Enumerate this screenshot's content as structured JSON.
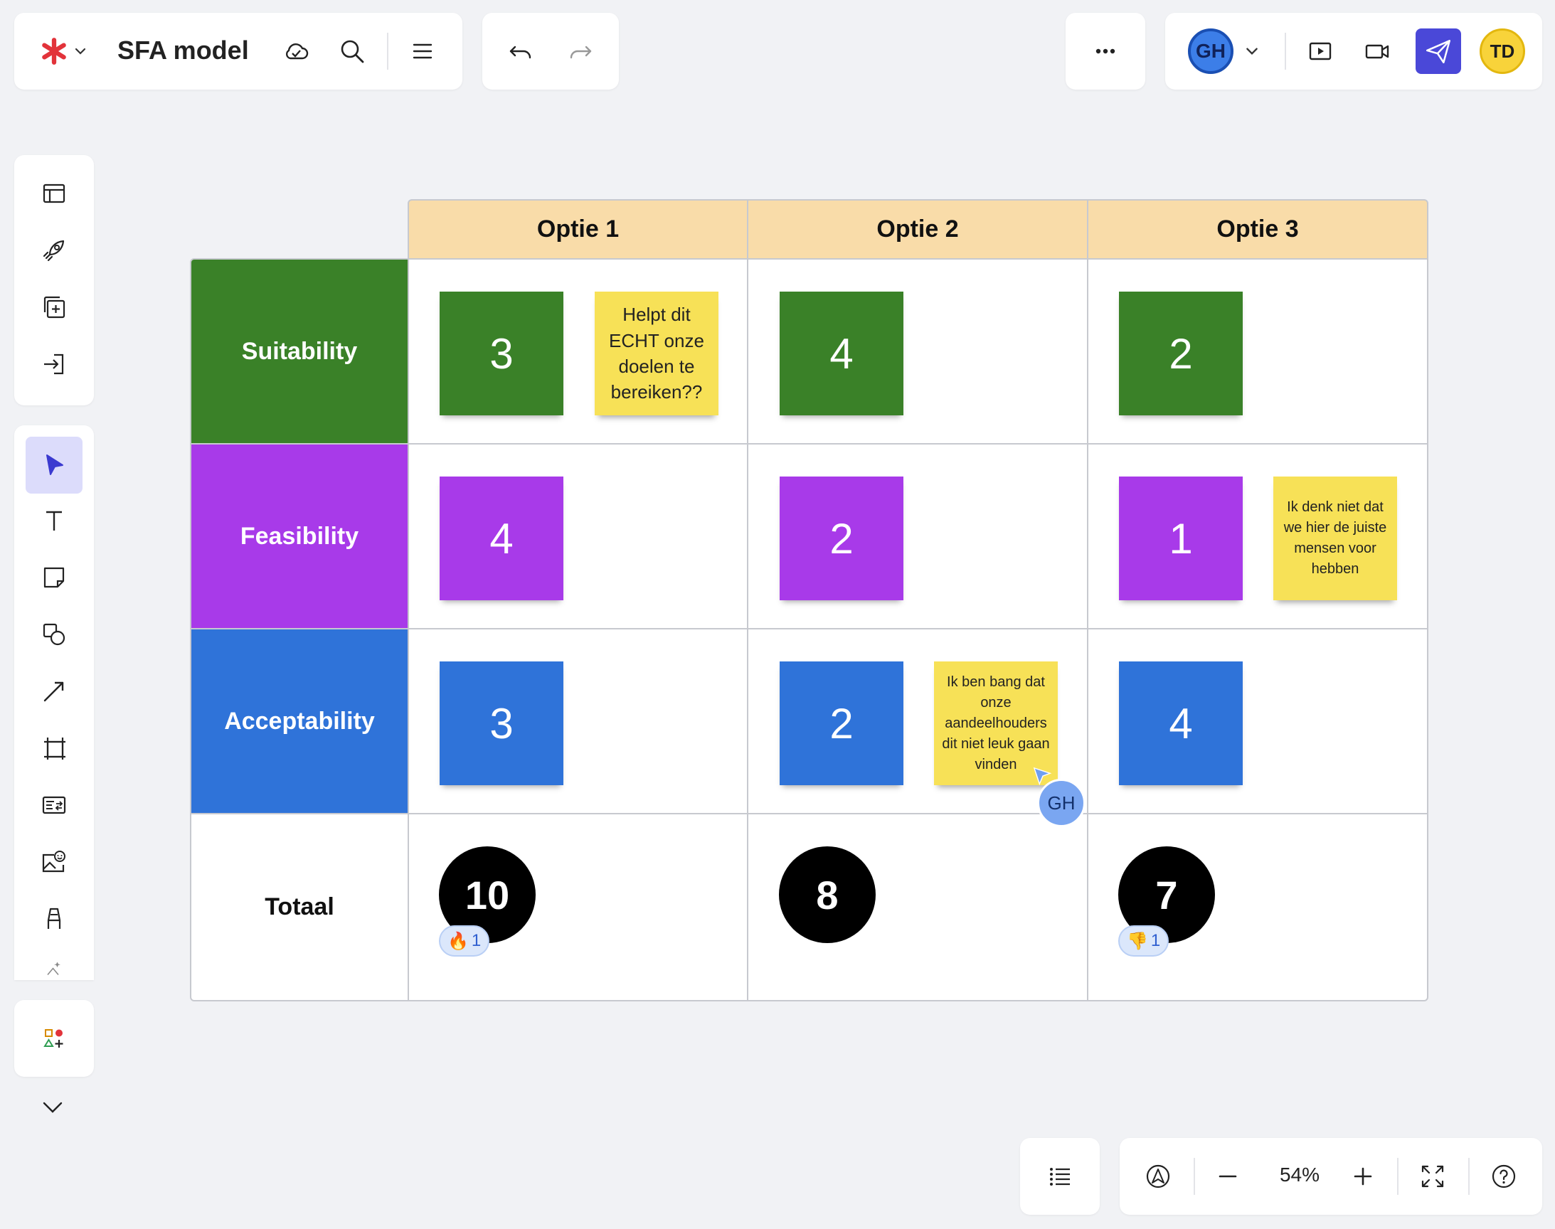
{
  "app": {
    "title": "SFA model",
    "colors": {
      "accent": "#4a48d8",
      "logo": "#e2333a"
    }
  },
  "toolbar_left": {
    "icons": [
      "logo-asterisk-icon",
      "chevron-down-icon",
      "cloud-check-icon",
      "search-icon",
      "menu-icon"
    ]
  },
  "history": {
    "icons": [
      "undo-icon",
      "redo-icon"
    ]
  },
  "more": {
    "icon": "more-horizontal-icon"
  },
  "collab": {
    "current_user": "GH",
    "owner_initials": "TD",
    "icons": [
      "present-icon",
      "video-icon",
      "share-send-icon"
    ]
  },
  "left_tools_top": [
    "frames-icon",
    "rocket-icon",
    "add-board-icon",
    "import-icon"
  ],
  "left_tools_main": [
    "select-icon",
    "text-icon",
    "sticky-note-icon",
    "shapes-icon",
    "arrow-icon",
    "frame-icon",
    "card-icon",
    "image-icon",
    "pen-icon",
    "more-tools-icon"
  ],
  "board": {
    "columns": [
      "Optie 1",
      "Optie 2",
      "Optie 3"
    ],
    "rows": [
      {
        "label": "Suitability",
        "color": "#3a8128",
        "scores": [
          "3",
          "4",
          "2"
        ]
      },
      {
        "label": "Feasibility",
        "color": "#a83ae9",
        "scores": [
          "4",
          "2",
          "1"
        ]
      },
      {
        "label": "Acceptability",
        "color": "#2f73d9",
        "scores": [
          "3",
          "2",
          "4"
        ]
      }
    ],
    "total_label": "Totaal",
    "totals": [
      "10",
      "8",
      "7"
    ],
    "notes": {
      "suitability_optie1": "Helpt dit ECHT onze doelen te bereiken??",
      "feasibility_optie3": "Ik denk niet dat we hier de juiste mensen voor hebben",
      "acceptability_optie2": "Ik ben bang dat onze aandeelhouders dit niet leuk gaan vinden"
    },
    "reactions": [
      {
        "emoji": "🔥",
        "count": "1"
      },
      {
        "emoji": "👎",
        "count": "1"
      }
    ],
    "cursor_user": "GH"
  },
  "bottom": {
    "zoom": "54%",
    "icons": [
      "outline-list-icon",
      "navigation-icon",
      "zoom-out-icon",
      "zoom-in-icon",
      "fit-screen-icon",
      "help-icon"
    ]
  }
}
